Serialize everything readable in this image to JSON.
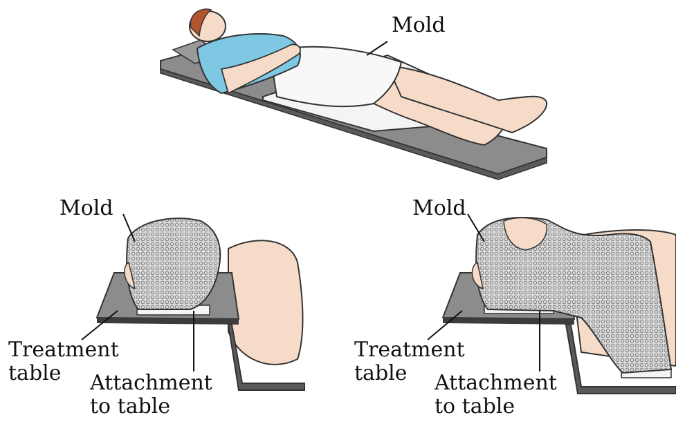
{
  "figures": {
    "body_mold": {
      "mold_label": "Mold"
    },
    "head_mold": {
      "mold_label": "Mold",
      "table_label_line1": "Treatment",
      "table_label_line2": "table",
      "attach_label_line1": "Attachment",
      "attach_label_line2": "to table"
    },
    "head_neck_mold": {
      "mold_label": "Mold",
      "table_label_line1": "Treatment",
      "table_label_line2": "table",
      "attach_label_line1": "Attachment",
      "attach_label_line2": "to table"
    }
  },
  "colors": {
    "table_gray": "#8c8c8c",
    "table_dark": "#4a4a4a",
    "mold_white": "#f4f4f4",
    "shirt_blue": "#7ec8e3",
    "skin": "#f6dcc8",
    "hair": "#b4542c",
    "mesh": "#c8c8c8"
  }
}
